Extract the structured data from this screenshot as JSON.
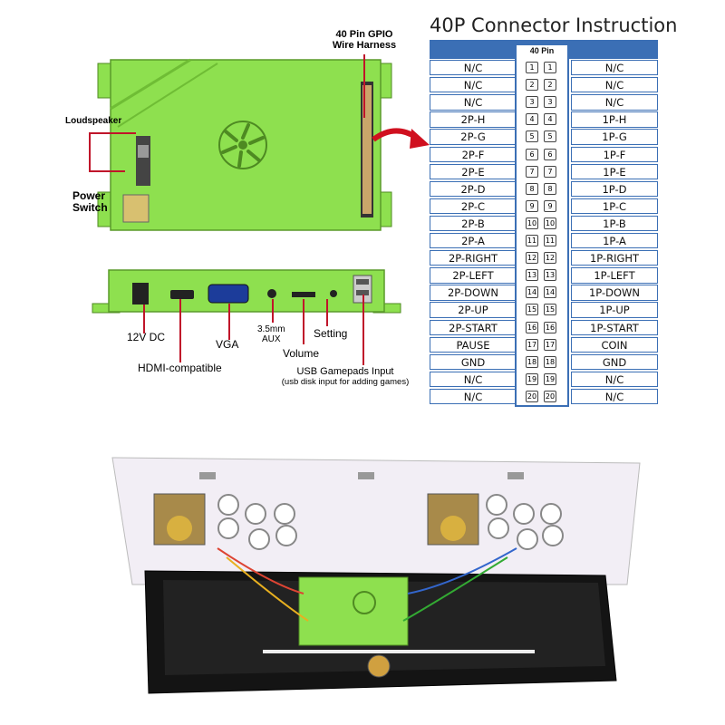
{
  "labels": {
    "gpio": [
      "40 Pin GPIO",
      "Wire Harness"
    ],
    "loudspeaker": "Loudspeaker",
    "power_switch": [
      "Power",
      "Switch"
    ],
    "dc": "12V DC",
    "hdmi": "HDMI-compatible",
    "vga": "VGA",
    "aux": [
      "3.5mm",
      "AUX"
    ],
    "volume": "Volume",
    "setting": "Setting",
    "usb": [
      "USB Gamepads Input",
      "(usb disk input for adding games)"
    ]
  },
  "pinout": {
    "title": "40P Connector Instruction",
    "header": "40 Pin",
    "rows": [
      {
        "left": "N/C",
        "pin": "1",
        "right": "N/C"
      },
      {
        "left": "N/C",
        "pin": "2",
        "right": "N/C"
      },
      {
        "left": "N/C",
        "pin": "3",
        "right": "N/C"
      },
      {
        "left": "2P-H",
        "pin": "4",
        "right": "1P-H"
      },
      {
        "left": "2P-G",
        "pin": "5",
        "right": "1P-G"
      },
      {
        "left": "2P-F",
        "pin": "6",
        "right": "1P-F"
      },
      {
        "left": "2P-E",
        "pin": "7",
        "right": "1P-E"
      },
      {
        "left": "2P-D",
        "pin": "8",
        "right": "1P-D"
      },
      {
        "left": "2P-C",
        "pin": "9",
        "right": "1P-C"
      },
      {
        "left": "2P-B",
        "pin": "10",
        "right": "1P-B"
      },
      {
        "left": "2P-A",
        "pin": "11",
        "right": "1P-A"
      },
      {
        "left": "2P-RIGHT",
        "pin": "12",
        "right": "1P-RIGHT"
      },
      {
        "left": "2P-LEFT",
        "pin": "13",
        "right": "1P-LEFT"
      },
      {
        "left": "2P-DOWN",
        "pin": "14",
        "right": "1P-DOWN"
      },
      {
        "left": "2P-UP",
        "pin": "15",
        "right": "1P-UP"
      },
      {
        "left": "2P-START",
        "pin": "16",
        "right": "1P-START"
      },
      {
        "left": "PAUSE",
        "pin": "17",
        "right": "COIN"
      },
      {
        "left": "GND",
        "pin": "18",
        "right": "GND"
      },
      {
        "left": "N/C",
        "pin": "19",
        "right": "N/C"
      },
      {
        "left": "N/C",
        "pin": "20",
        "right": "N/C"
      }
    ]
  },
  "colors": {
    "board_green": "#8ee04f",
    "table_blue": "#3b6fb5",
    "arrow_red": "#d0101f",
    "case_black": "#141414"
  }
}
